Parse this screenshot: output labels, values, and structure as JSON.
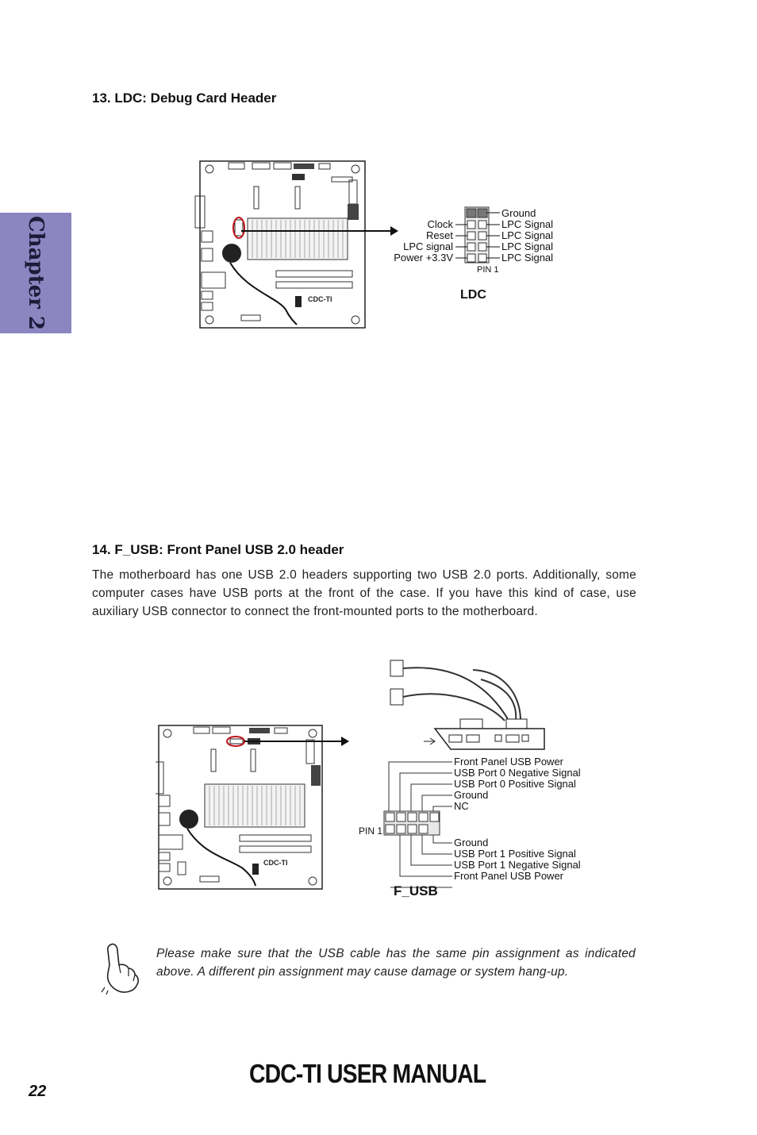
{
  "chapter_tab": "Chapter 2",
  "section13": {
    "heading": "13. LDC: Debug Card Header",
    "pin_labels_left": [
      "Clock",
      "Reset",
      "LPC signal",
      "Power +3.3V"
    ],
    "pin_labels_right": [
      "Ground",
      "LPC Signal",
      "LPC Signal",
      "LPC Signal",
      "LPC Signal"
    ],
    "pin1_label": "PIN 1",
    "header_name": "LDC",
    "board_label": "CDC-TI"
  },
  "section14": {
    "heading": "14. F_USB: Front Panel USB 2.0 header",
    "body": "The motherboard has one USB 2.0 headers supporting two USB 2.0 ports. Additionally, some computer cases have USB ports at the front of the case. If you have this kind of case, use auxiliary USB connector to connect the front-mounted ports to the motherboard.",
    "pin_labels_top": [
      "Front Panel USB Power",
      "USB Port 0 Negative Signal",
      "USB Port 0 Positive Signal",
      "Ground",
      "NC"
    ],
    "pin_labels_bottom": [
      "Ground",
      "USB Port 1 Positive Signal",
      "USB Port 1 Negative Signal",
      "Front Panel USB Power"
    ],
    "pin1_label": "PIN 1",
    "header_name": "F_USB",
    "board_label": "CDC-TI"
  },
  "note": {
    "text": "Please make sure that the USB cable has the same pin assignment as indicated above. A different pin assignment may cause damage or system hang-up."
  },
  "footer": {
    "page_number": "22",
    "title": "CDC-TI USER MANUAL"
  }
}
